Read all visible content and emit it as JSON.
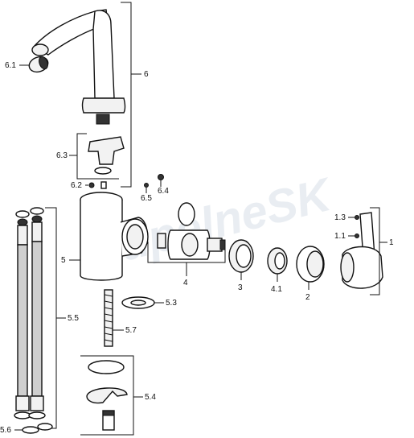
{
  "watermark": "KupelneSK",
  "labels": {
    "l1": "1",
    "l1_1": "1.1",
    "l1_3": "1.3",
    "l2": "2",
    "l3": "3",
    "l4": "4",
    "l4_1": "4.1",
    "l5": "5",
    "l5_3": "5.3",
    "l5_4": "5.4",
    "l5_5": "5.5",
    "l5_6": "5.6",
    "l5_7": "5.7",
    "l6": "6",
    "l6_1": "6.1",
    "l6_2": "6.2",
    "l6_3": "6.3",
    "l6_4": "6.4",
    "l6_5": "6.5"
  }
}
